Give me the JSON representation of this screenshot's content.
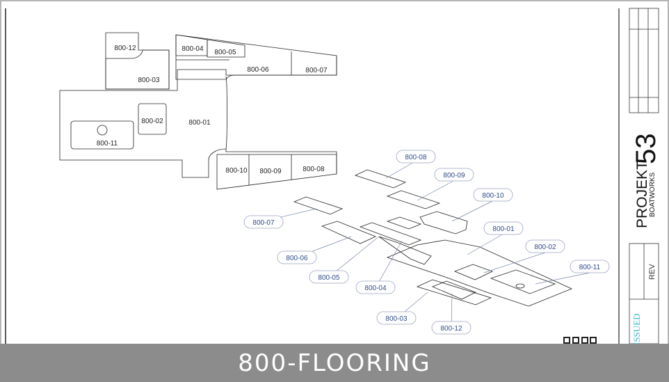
{
  "plan_labels": {
    "p01": "800-01",
    "p02": "800-02",
    "p03": "800-03",
    "p04": "800-04",
    "p05": "800-05",
    "p06": "800-06",
    "p07": "800-07",
    "p08": "800-08",
    "p09": "800-09",
    "p10": "800-10",
    "p11": "800-11",
    "p12": "800-12"
  },
  "callouts": {
    "c01": "800-01",
    "c02": "800-02",
    "c03": "800-03",
    "c04": "800-04",
    "c05": "800-05",
    "c06": "800-06",
    "c07": "800-07",
    "c08": "800-08",
    "c09": "800-09",
    "c10": "800-10",
    "c11": "800-11",
    "c12": "800-12"
  },
  "title_block": {
    "project_word": "PROJEKT",
    "project_number": "53",
    "company": "BOATWORKS",
    "rev_label": "REV",
    "status": "ISSUED"
  },
  "caption": "800-FLOORING",
  "colors": {
    "line": "#222222",
    "callout_text": "#2e4a8a",
    "status": "#38b6c9",
    "caption_bar": "#8c8c8c"
  }
}
